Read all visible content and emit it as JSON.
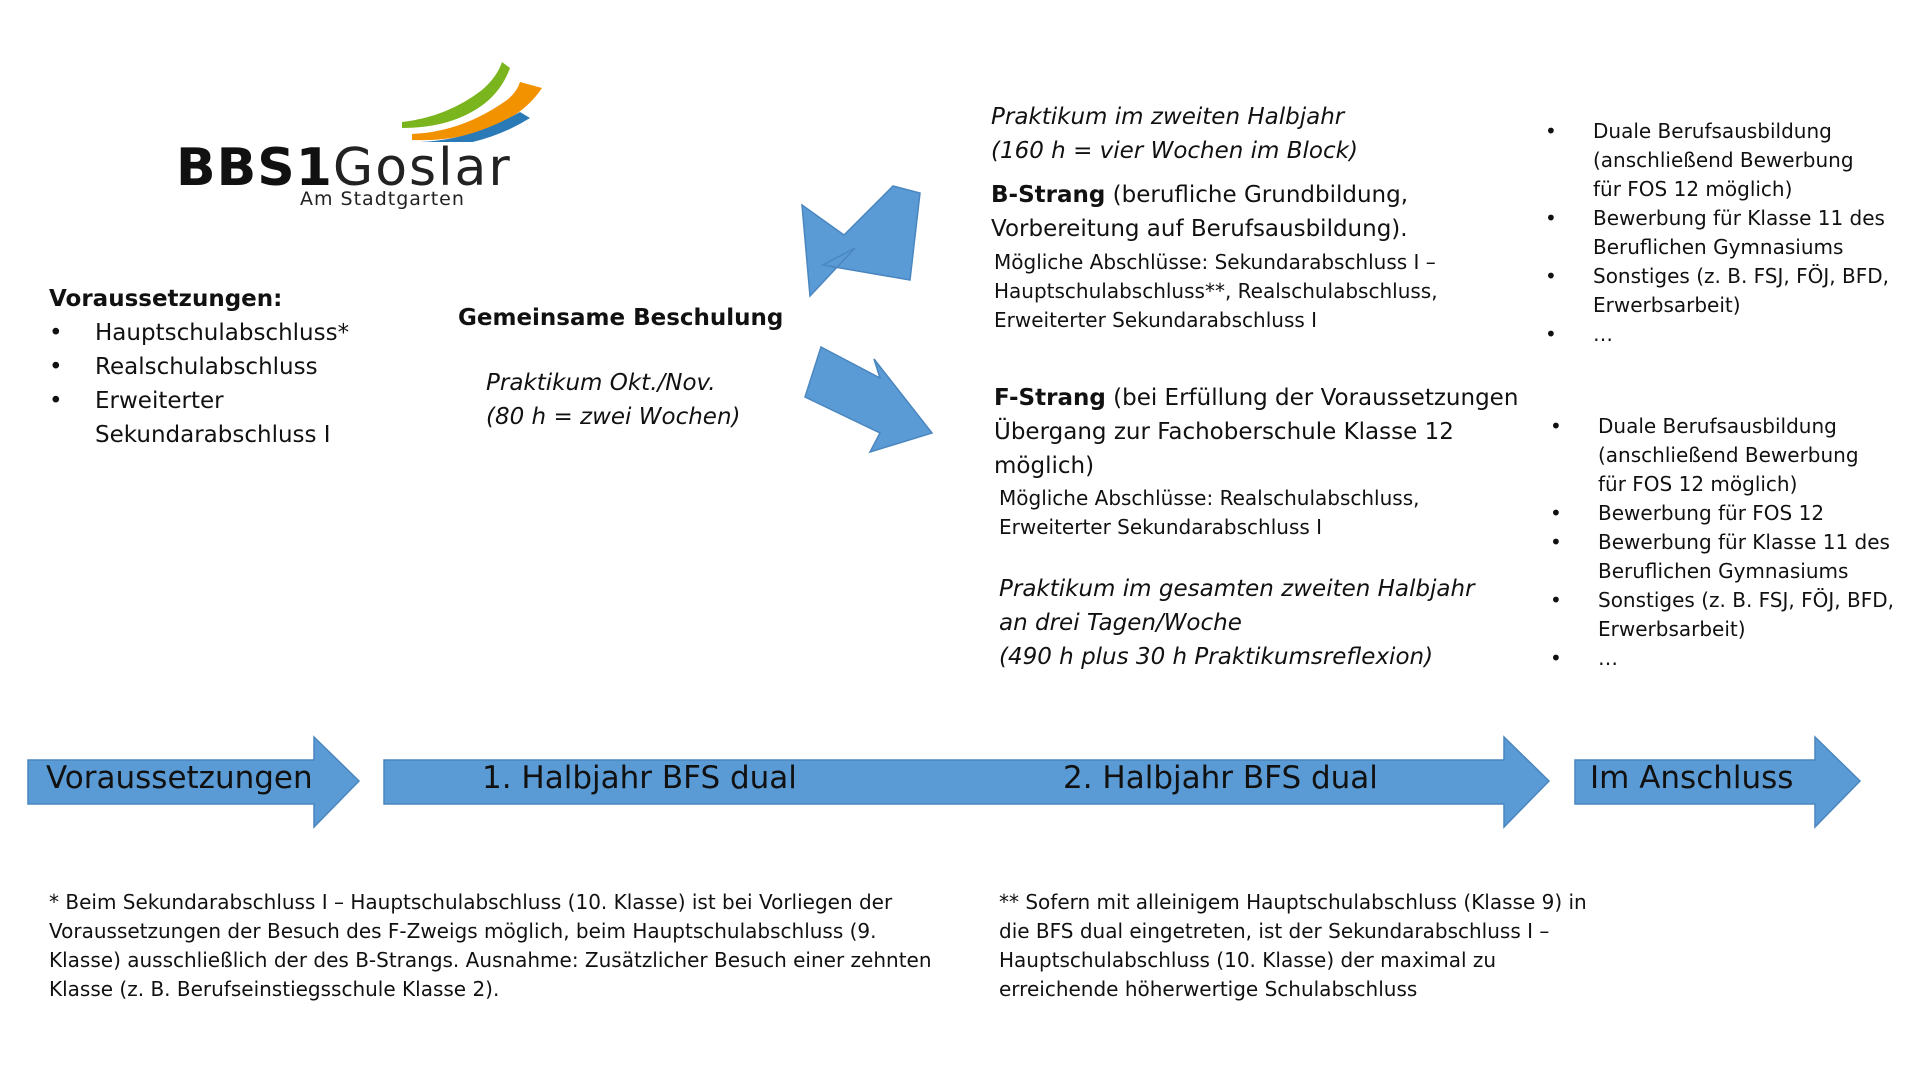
{
  "logo": {
    "bold": "BBS1",
    "light": "Goslar",
    "subtitle": "Am Stadtgarten",
    "colors": [
      "#7ab51d",
      "#f39200",
      "#2a7ab8"
    ]
  },
  "voraussetzungen": {
    "heading": "Voraussetzungen:",
    "items": [
      "Hauptschulabschluss*",
      "Realschulabschluss",
      "Erweiterter Sekundarabschluss I"
    ]
  },
  "gemeinsam": {
    "heading": "Gemeinsame Beschulung",
    "praktikum_line1": "Praktikum Okt./Nov.",
    "praktikum_line2": "(80 h = zwei Wochen)"
  },
  "b_strang": {
    "praktikum_line1": "Praktikum im zweiten Halbjahr",
    "praktikum_line2": "(160 h = vier Wochen im Block)",
    "title_bold": "B-Strang",
    "title_rest_line1": " (berufliche Grundbildung,",
    "title_line2": "Vorbereitung auf Berufsausbildung).",
    "abschluesse_line1": "Mögliche Abschlüsse: Sekundarabschluss I –",
    "abschluesse_line2": "Hauptschulabschluss**, Realschulabschluss,",
    "abschluesse_line3": "Erweiterter Sekundarabschluss I"
  },
  "f_strang": {
    "title_bold": "F-Strang",
    "title_rest_line1": " (bei Erfüllung der Voraussetzungen",
    "title_line2": "Übergang zur Fachoberschule Klasse 12",
    "title_line3": "möglich)",
    "abschluesse_line1": "Mögliche Abschlüsse: Realschulabschluss,",
    "abschluesse_line2": "Erweiterter Sekundarabschluss I",
    "praktikum_line1": "Praktikum im gesamten zweiten Halbjahr",
    "praktikum_line2": "an drei Tagen/Woche",
    "praktikum_line3": "(490 h plus 30 h Praktikumsreflexion)"
  },
  "anschluss_b": {
    "items": [
      [
        "Duale Berufsausbildung",
        "(anschließend Bewerbung",
        "für FOS 12 möglich)"
      ],
      [
        "Bewerbung für Klasse 11 des",
        "Beruflichen Gymnasiums"
      ],
      [
        "Sonstiges (z. B. FSJ, FÖJ, BFD,",
        "Erwerbsarbeit)"
      ],
      [
        "…"
      ]
    ]
  },
  "anschluss_f": {
    "items": [
      [
        "Duale Berufsausbildung",
        "(anschließend Bewerbung",
        "für FOS 12 möglich)"
      ],
      [
        "Bewerbung für FOS 12"
      ],
      [
        "Bewerbung für Klasse 11 des",
        "Beruflichen Gymnasiums"
      ],
      [
        "Sonstiges (z. B. FSJ, FÖJ, BFD,",
        "Erwerbsarbeit)"
      ],
      [
        "…"
      ]
    ]
  },
  "timeline": {
    "voraussetzungen": "Voraussetzungen",
    "halbjahr1": "1. Halbjahr BFS dual",
    "halbjahr2": "2. Halbjahr BFS dual",
    "anschluss": "Im Anschluss",
    "arrow_color": "#5b9bd5",
    "arrow_stroke": "#4a86bf"
  },
  "footnote1": {
    "line1": "* Beim Sekundarabschluss I – Hauptschulabschluss (10. Klasse) ist bei Vorliegen der",
    "line2": "Voraussetzungen der Besuch des F-Zweigs möglich, beim Hauptschulabschluss (9.",
    "line3": "Klasse) ausschließlich der des B-Strangs. Ausnahme: Zusätzlicher Besuch einer zehnten",
    "line4": "Klasse (z. B. Berufseinstiegsschule Klasse 2)."
  },
  "footnote2": {
    "line1": "** Sofern mit alleinigem Hauptschulabschluss (Klasse 9) in",
    "line2": "die BFS dual eingetreten, ist der Sekundarabschluss I –",
    "line3": "Hauptschulabschluss (10. Klasse) der maximal zu",
    "line4": "erreichende höherwertige Schulabschluss"
  }
}
